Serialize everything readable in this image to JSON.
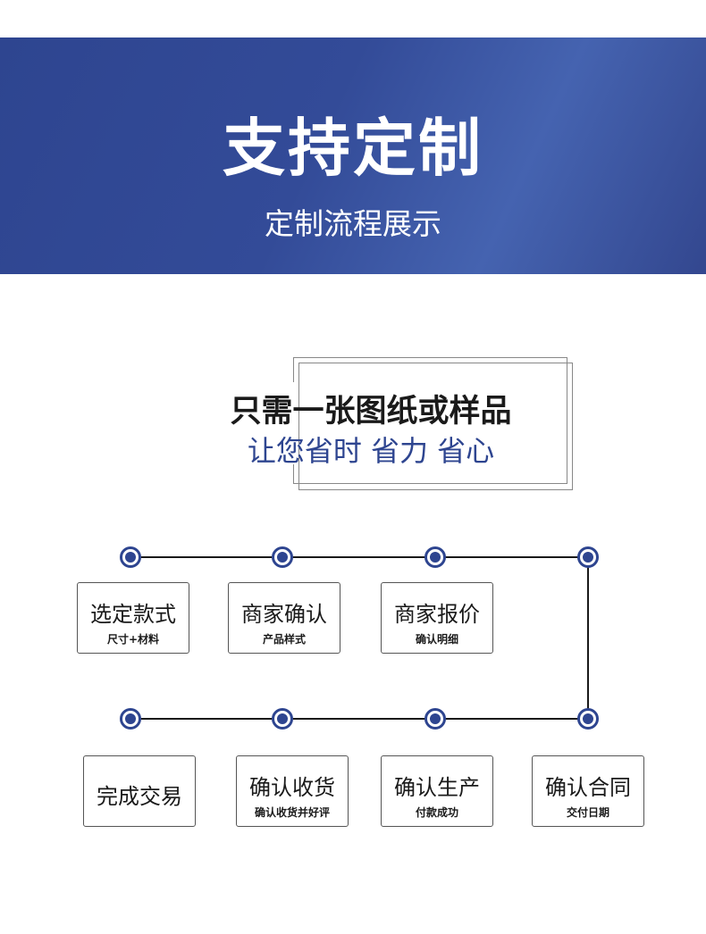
{
  "banner": {
    "title": "支持定制",
    "subtitle": "定制流程展示"
  },
  "headline": {
    "main": "只需一张图纸或样品",
    "sub": "让您省时 省力 省心"
  },
  "colors": {
    "brand": "#2e4590",
    "line": "#1a1a1a"
  },
  "steps_row1": [
    {
      "title": "选定款式",
      "sub": "尺寸+材料"
    },
    {
      "title": "商家确认",
      "sub": "产品样式"
    },
    {
      "title": "商家报价",
      "sub": "确认明细"
    }
  ],
  "steps_row2": [
    {
      "title": "完成交易",
      "sub": ""
    },
    {
      "title": "确认收货",
      "sub": "确认收货并好评"
    },
    {
      "title": "确认生产",
      "sub": "付款成功"
    },
    {
      "title": "确认合同",
      "sub": "交付日期"
    }
  ]
}
